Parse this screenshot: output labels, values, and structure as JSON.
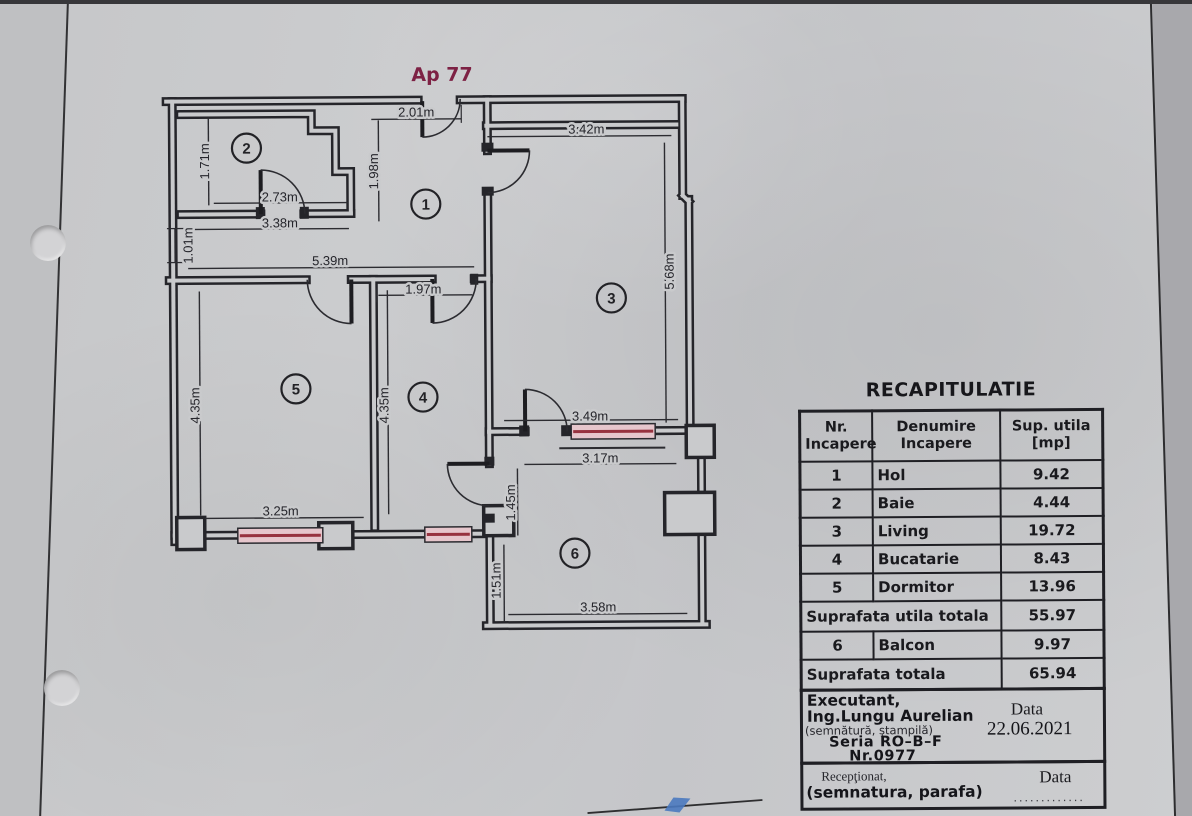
{
  "plan": {
    "apartment_label": "Ap 77",
    "rooms": [
      {
        "number": "1"
      },
      {
        "number": "2"
      },
      {
        "number": "3"
      },
      {
        "number": "4"
      },
      {
        "number": "5"
      },
      {
        "number": "6"
      }
    ],
    "dims": [
      {
        "label": "2.01m"
      },
      {
        "label": "3.42m"
      },
      {
        "label": "1.71m"
      },
      {
        "label": "2.73m"
      },
      {
        "label": "3.38m"
      },
      {
        "label": "1.98m"
      },
      {
        "label": "1.01m"
      },
      {
        "label": "5.39m"
      },
      {
        "label": "1.97m"
      },
      {
        "label": "5.68m"
      },
      {
        "label": "4.35m"
      },
      {
        "label": "4.35m"
      },
      {
        "label": "3.49m"
      },
      {
        "label": "3.17m"
      },
      {
        "label": "1.45m"
      },
      {
        "label": "3.25m"
      },
      {
        "label": "1.51m"
      },
      {
        "label": "3.58m"
      }
    ]
  },
  "recap": {
    "title": "RECAPITULATIE",
    "headers": [
      {
        "line1": "Nr.",
        "line2": "Incapere"
      },
      {
        "line1": "Denumire",
        "line2": "Incapere"
      },
      {
        "line1": "Sup. utila",
        "line2": "[mp]"
      }
    ],
    "rows": [
      {
        "nr": "1",
        "name": "Hol",
        "area": "9.42"
      },
      {
        "nr": "2",
        "name": "Baie",
        "area": "4.44"
      },
      {
        "nr": "3",
        "name": "Living",
        "area": "19.72"
      },
      {
        "nr": "4",
        "name": "Bucatarie",
        "area": "8.43"
      },
      {
        "nr": "5",
        "name": "Dormitor",
        "area": "13.96"
      }
    ],
    "subtotal": {
      "label": "Suprafata utila totala",
      "value": "55.97"
    },
    "balcon": {
      "nr": "6",
      "name": "Balcon",
      "area": "9.97"
    },
    "total": {
      "label": "Suprafata totala",
      "value": "65.94"
    },
    "executant": {
      "role": "Executant,",
      "name": "Ing.Lungu Aurelian",
      "note": "(semnătură, ştampilă)",
      "seria": "Seria RO–B–F",
      "nr": "Nr.0977",
      "data_label": "Data",
      "date": "22.06.2021"
    },
    "receptionat": {
      "role": "Recepţionat,",
      "note": "(semnatura, parafa)",
      "data_label": "Data",
      "dots": "............."
    }
  }
}
